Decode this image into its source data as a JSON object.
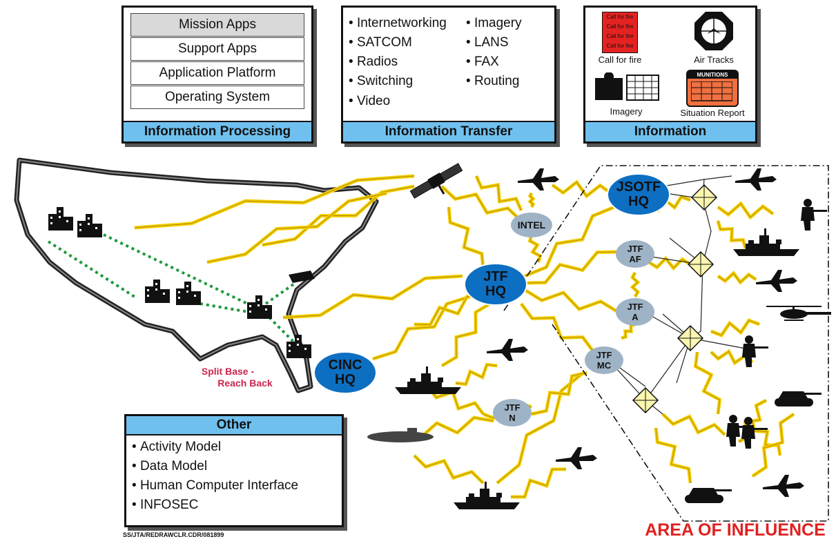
{
  "processing_panel": {
    "title": "Information Processing",
    "layers": [
      "Mission Apps",
      "Support Apps",
      "Application Platform",
      "Operating System"
    ]
  },
  "transfer_panel": {
    "title": "Information Transfer",
    "col1": [
      "Internetworking",
      "SATCOM",
      "Radios",
      "Switching",
      "Video"
    ],
    "col2": [
      "Imagery",
      "LANS",
      "FAX",
      "Routing"
    ]
  },
  "information_panel": {
    "title": "Information",
    "call_for_fire_lines": [
      "Call for fire",
      "Call for fire",
      "Call for fire",
      "Call for fire"
    ],
    "call_for_fire_label": "Call for fire",
    "air_tracks_label": "Air Tracks",
    "imagery_label": "Imagery",
    "munitions_label": "MUNITIONS",
    "situation_report_label": "Situation Report"
  },
  "other_panel": {
    "title": "Other",
    "items": [
      "Activity Model",
      "Data Model",
      "Human Computer Interface",
      "INFOSEC"
    ]
  },
  "nodes": {
    "jtf_hq": [
      "JTF",
      "HQ"
    ],
    "cinc_hq": [
      "CINC",
      "HQ"
    ],
    "jsotf_hq": [
      "JSOTF",
      "HQ"
    ],
    "intel": [
      "INTEL"
    ],
    "jtf_af": [
      "JTF",
      "AF"
    ],
    "jtf_a": [
      "JTF",
      "A"
    ],
    "jtf_mc": [
      "JTF",
      "MC"
    ],
    "jtf_n": [
      "JTF",
      "N"
    ]
  },
  "labels": {
    "split_base_1": "Split Base -",
    "split_base_2": "Reach Back",
    "area_of_influence": "AREA OF INFLUENCE",
    "drawing_ref": "SS/JTA/REDRAWCLR.CDR/081899"
  },
  "colors": {
    "panel_band": "#6fc0ee",
    "hq_node": "#0d6fc2",
    "sub_node": "#9fb3c6",
    "lightning": "#f5d000",
    "link_dotted": "#1e9a3c",
    "area_text": "#e02020",
    "split_text": "#c8254c",
    "call_for_fire_box": "#e42222"
  }
}
